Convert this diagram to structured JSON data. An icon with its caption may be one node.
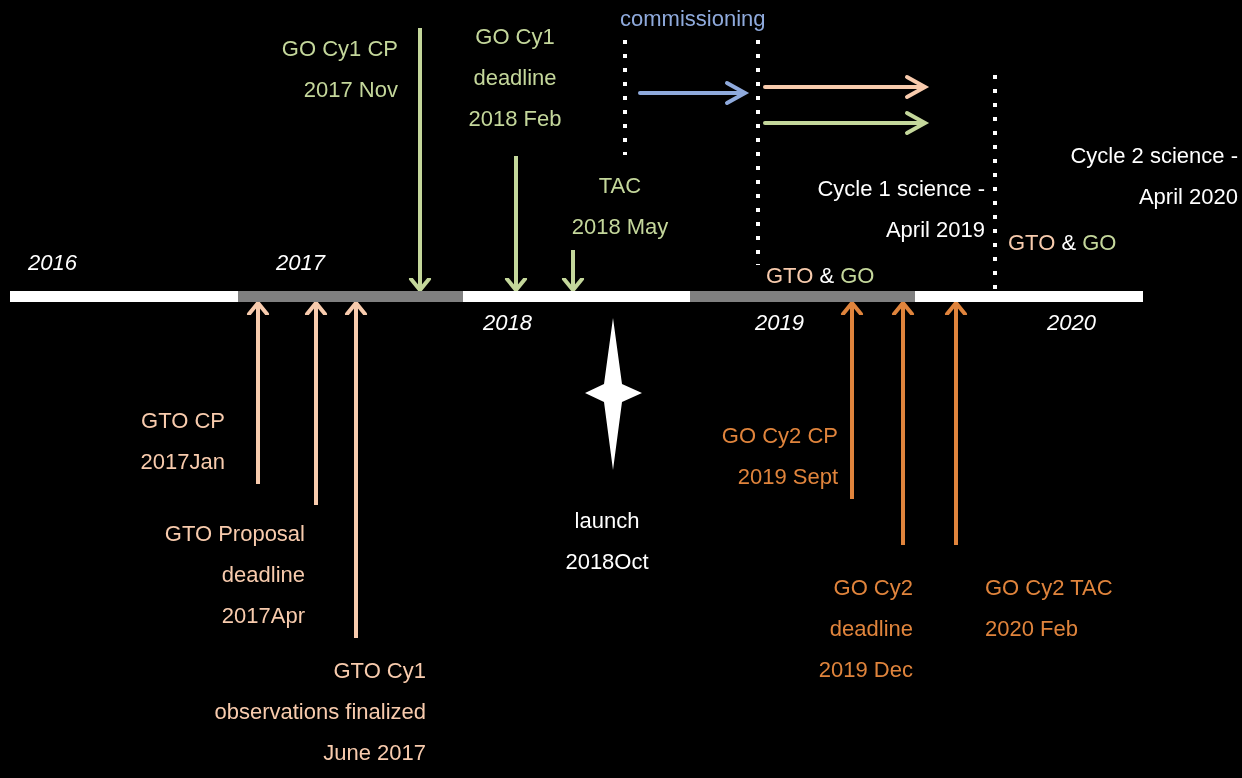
{
  "diagram": {
    "nodes": [
      {
        "text": [],
        "shape": "bar"
      },
      {
        "text": [
          "GO Cy1 CP 2017 Nov"
        ]
      },
      {
        "text": [
          "GO Cy1 deadline 2018 Feb"
        ]
      },
      {
        "text": [
          "TAC 2018 May"
        ]
      },
      {
        "text": [
          "GTO CP 2017Jan"
        ]
      },
      {
        "text": [
          "GTO Proposal deadline 2017Apr"
        ]
      },
      {
        "text": [
          "GTO Cy1 observations finalized June 2017"
        ]
      },
      {
        "text": [
          "GO Cy2 CP 2019 Sept"
        ]
      },
      {
        "text": [
          "GO Cy2 deadline 2019 Dec"
        ]
      },
      {
        "text": [
          "GO Cy2 TAC 2020 Feb"
        ]
      }
    ],
    "edges": [
      {
        "from": 1,
        "to": 0,
        "arrow": "to",
        "color": "#c4d79b"
      },
      {
        "from": 2,
        "to": 0,
        "arrow": "to",
        "color": "#c4d79b"
      },
      {
        "from": 3,
        "to": 0,
        "arrow": "to",
        "color": "#c4d79b"
      },
      {
        "from": 4,
        "to": 0,
        "arrow": "to",
        "color": "#f8cbad"
      },
      {
        "from": 5,
        "to": 0,
        "arrow": "to",
        "color": "#f8cbad"
      },
      {
        "from": 6,
        "to": 0,
        "arrow": "to",
        "color": "#f8cbad"
      },
      {
        "from": 7,
        "to": 0,
        "arrow": "to",
        "color": "#e0843c"
      },
      {
        "from": 8,
        "to": 0,
        "arrow": "to",
        "color": "#e0843c"
      },
      {
        "from": 9,
        "to": 0,
        "arrow": "to",
        "color": "#e0843c"
      }
    ],
    "labels": [
      "commissioning",
      "Cycle 2 science - April 2020",
      "Cycle 1 science - April 2019",
      "GTO & GO",
      "GTO & GO",
      "2016",
      "2017",
      "2018",
      "2019",
      "2020",
      "launch 2018Oct"
    ]
  }
}
